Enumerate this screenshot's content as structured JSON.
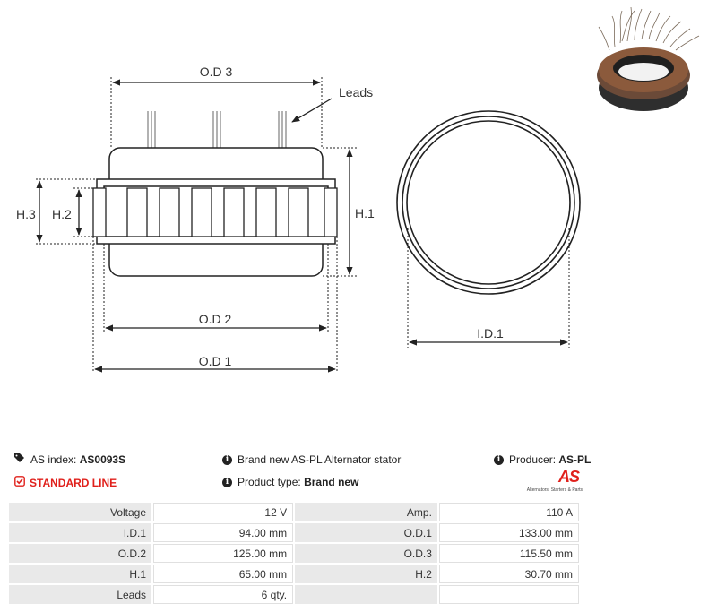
{
  "drawing": {
    "labels": {
      "od3": "O.D 3",
      "leads": "Leads",
      "h3": "H.3",
      "h2": "H.2",
      "h1": "H.1",
      "od2": "O.D 2",
      "od1": "O.D 1",
      "id1": "I.D.1"
    }
  },
  "info": {
    "as_index_label": "AS index:",
    "as_index_value": "AS0093S",
    "standard_line": "STANDARD LINE",
    "description": "Brand new AS-PL Alternator stator",
    "product_type_label": "Product type:",
    "product_type_value": "Brand new",
    "producer_label": "Producer:",
    "producer_value": "AS-PL",
    "logo_text": "AS",
    "logo_sub": "Alternators, Starters & Parts"
  },
  "specs": [
    {
      "l1": "Voltage",
      "v1": "12 V",
      "l2": "Amp.",
      "v2": "110 A"
    },
    {
      "l1": "I.D.1",
      "v1": "94.00 mm",
      "l2": "O.D.1",
      "v2": "133.00 mm"
    },
    {
      "l1": "O.D.2",
      "v1": "125.00 mm",
      "l2": "O.D.3",
      "v2": "115.50 mm"
    },
    {
      "l1": "H.1",
      "v1": "65.00 mm",
      "l2": "H.2",
      "v2": "30.70 mm"
    },
    {
      "l1": "Leads",
      "v1": "6 qty.",
      "l2": "",
      "v2": ""
    }
  ],
  "colors": {
    "accent": "#e0201b",
    "label_bg": "#e9e9e9"
  }
}
